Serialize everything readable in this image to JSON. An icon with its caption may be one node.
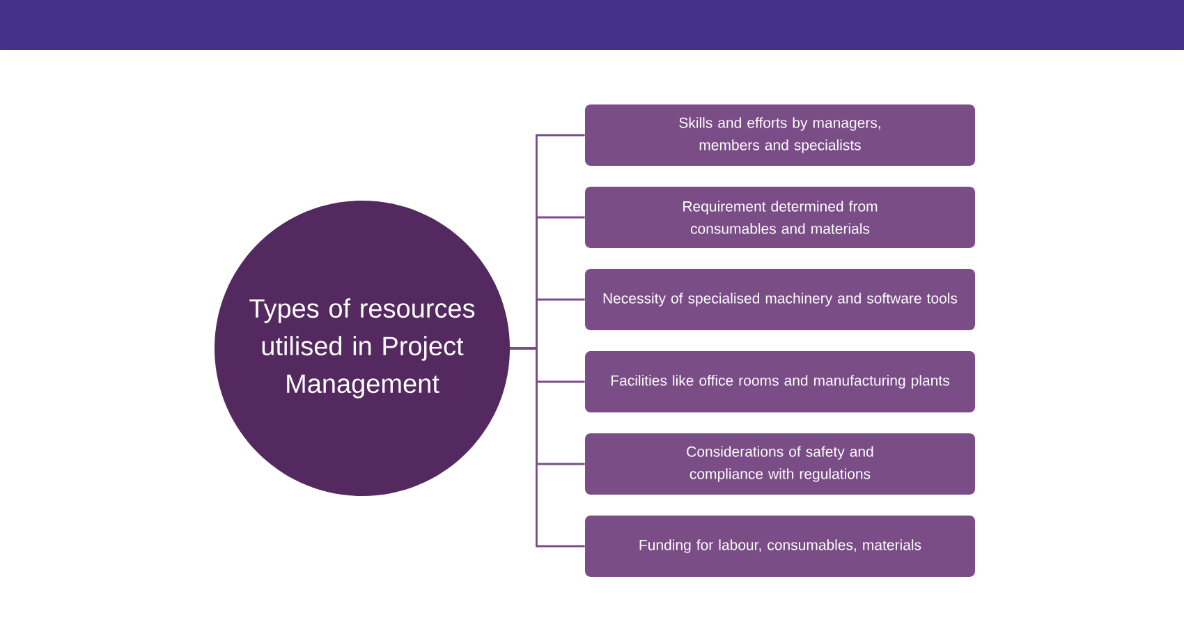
{
  "diagram": {
    "nodes": [
      {
        "text": [
          "Types of resources utilised in Project Management"
        ]
      },
      {
        "text": [
          "Skills and efforts by managers, members and specialists"
        ]
      },
      {
        "text": [
          "Requirement determined from consumables and materials"
        ]
      },
      {
        "text": [
          "Necessity of specialised machinery and software tools"
        ]
      },
      {
        "text": [
          "Facilities like office rooms and manufacturing plants"
        ]
      },
      {
        "text": [
          "Considerations of safety and compliance with regulations"
        ]
      },
      {
        "text": [
          "Funding for labour, consumables, materials"
        ]
      }
    ],
    "edges": [
      {
        "from": 0,
        "to": 1,
        "arrow": "none"
      },
      {
        "from": 0,
        "to": 2,
        "arrow": "none"
      },
      {
        "from": 0,
        "to": 3,
        "arrow": "none"
      },
      {
        "from": 0,
        "to": 4,
        "arrow": "none"
      },
      {
        "from": 0,
        "to": 5,
        "arrow": "none"
      },
      {
        "from": 0,
        "to": 6,
        "arrow": "none"
      }
    ]
  }
}
